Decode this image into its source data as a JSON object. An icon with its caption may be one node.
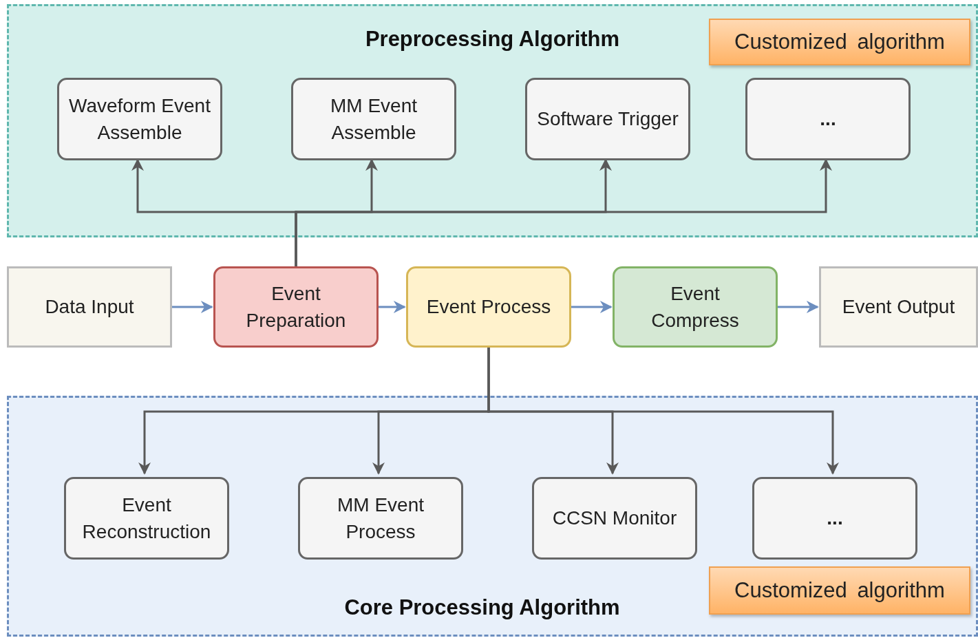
{
  "diagram": {
    "nodes": [
      {
        "text": [
          "Preprocessing Algorithm"
        ]
      },
      {
        "text": [
          "Customized algorithm"
        ],
        "in": 0
      },
      {
        "text": [
          "Waveform Event Assemble"
        ],
        "in": 0
      },
      {
        "text": [
          "MM Event Assemble"
        ],
        "in": 0
      },
      {
        "text": [
          "Software Trigger"
        ],
        "in": 0
      },
      {
        "text": [
          "..."
        ],
        "in": 0
      },
      {
        "text": [
          "Data Input"
        ]
      },
      {
        "text": [
          "Event Preparation"
        ]
      },
      {
        "text": [
          "Event Process"
        ]
      },
      {
        "text": [
          "Event Compress"
        ]
      },
      {
        "text": [
          "Event Output"
        ]
      },
      {
        "text": [
          "Core Processing Algorithm"
        ]
      },
      {
        "text": [
          "Event Reconstruction"
        ],
        "in": 11
      },
      {
        "text": [
          "MM Event Process"
        ],
        "in": 11
      },
      {
        "text": [
          "CCSN Monitor"
        ],
        "in": 11
      },
      {
        "text": [
          "..."
        ],
        "in": 11
      },
      {
        "text": [
          "Customized algorithm"
        ],
        "in": 11
      }
    ],
    "edges": [
      {
        "from": 6,
        "to": 7,
        "arrow": "to",
        "color": "#6c8ebf"
      },
      {
        "from": 7,
        "to": 8,
        "arrow": "to",
        "color": "#6c8ebf"
      },
      {
        "from": 8,
        "to": 9,
        "arrow": "to",
        "color": "#6c8ebf"
      },
      {
        "from": 9,
        "to": 10,
        "arrow": "to",
        "color": "#6c8ebf"
      },
      {
        "from": 7,
        "to": 2,
        "arrow": "to"
      },
      {
        "from": 7,
        "to": 3,
        "arrow": "to"
      },
      {
        "from": 7,
        "to": 4,
        "arrow": "to"
      },
      {
        "from": 7,
        "to": 5,
        "arrow": "to"
      },
      {
        "from": 8,
        "to": 12,
        "arrow": "to"
      },
      {
        "from": 8,
        "to": 13,
        "arrow": "to"
      },
      {
        "from": 8,
        "to": 14,
        "arrow": "to"
      },
      {
        "from": 8,
        "to": 15,
        "arrow": "to"
      }
    ]
  }
}
